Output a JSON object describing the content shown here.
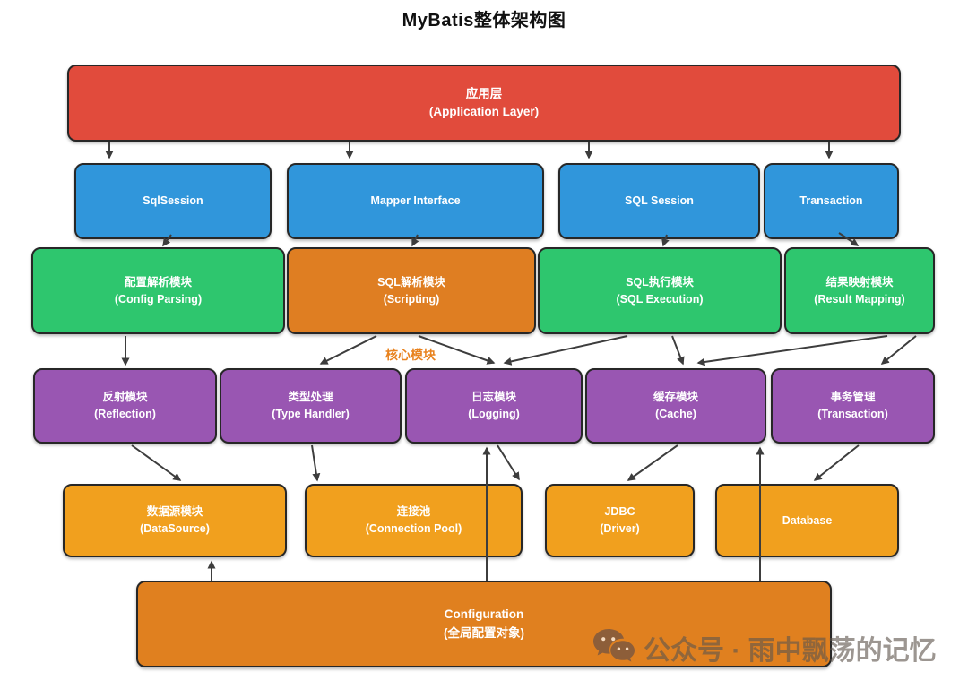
{
  "title": "MyBatis整体架构图",
  "core_module_label": "核心模块",
  "watermark": {
    "icon": "wechat-icon",
    "text": "公众号 · 雨中飘荡的记忆"
  },
  "nodes": {
    "application": {
      "line1": "应用层",
      "line2": "(Application Layer)"
    },
    "sqlsession": {
      "line1": "SqlSession"
    },
    "mapper_interface": {
      "line1": "Mapper Interface"
    },
    "sql_session": {
      "line1": "SQL Session"
    },
    "transaction_api": {
      "line1": "Transaction"
    },
    "config_parsing": {
      "line1": "配置解析模块",
      "line2": "(Config Parsing)"
    },
    "scripting": {
      "line1": "SQL解析模块",
      "line2": "(Scripting)"
    },
    "sql_execution": {
      "line1": "SQL执行模块",
      "line2": "(SQL Execution)"
    },
    "result_mapping": {
      "line1": "结果映射模块",
      "line2": "(Result Mapping)"
    },
    "reflection": {
      "line1": "反射模块",
      "line2": "(Reflection)"
    },
    "type_handler": {
      "line1": "类型处理",
      "line2": "(Type Handler)"
    },
    "logging": {
      "line1": "日志模块",
      "line2": "(Logging)"
    },
    "cache": {
      "line1": "缓存模块",
      "line2": "(Cache)"
    },
    "transaction_mgmt": {
      "line1": "事务管理",
      "line2": "(Transaction)"
    },
    "datasource": {
      "line1": "数据源模块",
      "line2": "(DataSource)"
    },
    "connection_pool": {
      "line1": "连接池",
      "line2": "(Connection Pool)"
    },
    "jdbc": {
      "line1": "JDBC",
      "line2": "(Driver)"
    },
    "database": {
      "line1": "Database"
    },
    "configuration": {
      "line1": "Configuration",
      "line2": "(全局配置对象)"
    }
  },
  "colors": {
    "application": "#E14B3C",
    "api_layer": "#3096DB",
    "parsing_green": "#2EC66E",
    "scripting_orange": "#DF7E22",
    "core_purple": "#9956B2",
    "infra_orange": "#F1A01E",
    "configuration_orange": "#E0801F",
    "core_label": "#E8821E",
    "arrow": "#3D3D3D"
  }
}
